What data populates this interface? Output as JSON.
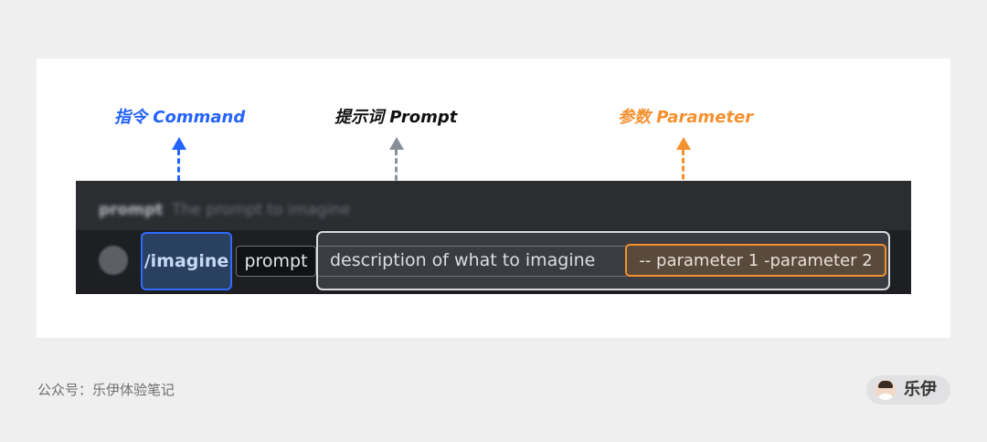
{
  "annotations": {
    "command": "指令 Command",
    "prompt": "提示词 Prompt",
    "parameter": "参数 Parameter"
  },
  "colors": {
    "command": "#2563ff",
    "prompt": "#111111",
    "parameter": "#f5902e",
    "prompt_arrow": "#8a9099"
  },
  "discord": {
    "option_title": "prompt",
    "option_desc": "The prompt to imagine",
    "command_text": "/imagine",
    "prompt_pill": "prompt",
    "description": "description of what to imagine",
    "parameters": "-- parameter 1 -parameter 2"
  },
  "footer": {
    "account": "公众号：乐伊体验笔记",
    "author": "乐伊"
  }
}
